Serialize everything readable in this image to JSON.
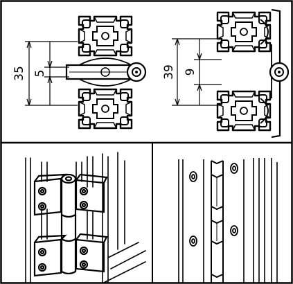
{
  "figure": {
    "top_left": {
      "view": "two-profiles-hinged-inline",
      "dimensions": {
        "outer": "35",
        "inner": "5"
      }
    },
    "top_right": {
      "view": "two-profiles-hinged-offset",
      "dimensions": {
        "outer": "39",
        "inner": "9"
      }
    },
    "bottom_left": {
      "view": "hinge-perspective"
    },
    "bottom_right": {
      "view": "hinge-front-elevation"
    },
    "colors": {
      "line": "#000000",
      "background": "#ffffff"
    }
  }
}
